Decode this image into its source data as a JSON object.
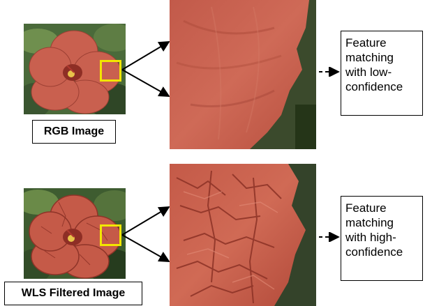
{
  "top_row": {
    "input_label": "RGB Image",
    "result_lines": [
      "Feature",
      "matching",
      "with low-",
      "confidence"
    ]
  },
  "bottom_row": {
    "input_label": "WLS Filtered Image",
    "result_lines": [
      "Feature",
      "matching",
      "with high-",
      "confidence"
    ]
  },
  "colors": {
    "highlight_box": "#f2e600",
    "petal": "#c9604f",
    "foliage": "#3d5a2c"
  }
}
